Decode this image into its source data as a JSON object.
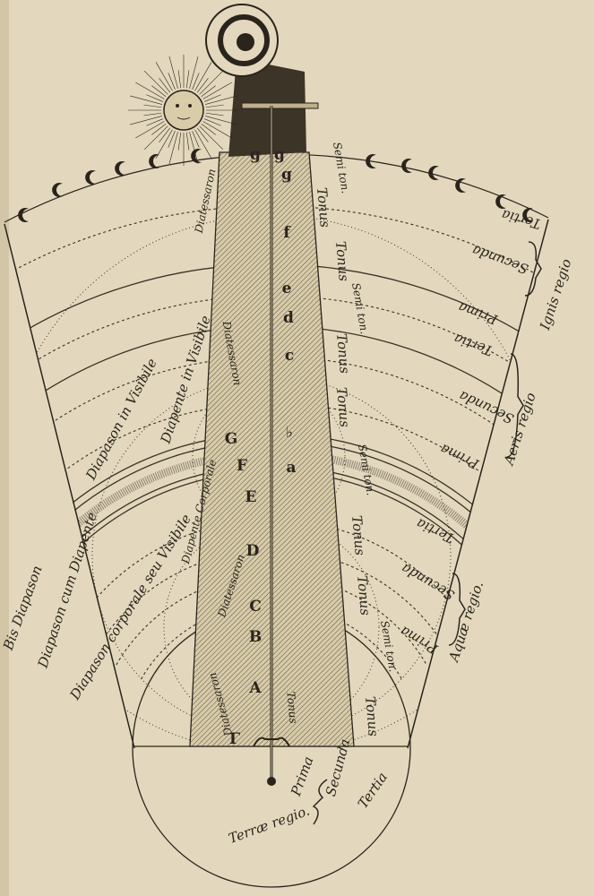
{
  "notes": [
    "Γ",
    "A",
    "B",
    "C",
    "D",
    "E",
    "F",
    "G",
    "a",
    "♭",
    "c",
    "d",
    "e",
    "f",
    "g",
    "g"
  ],
  "intervals": {
    "tonus": "Tonus",
    "semitone": "Semi ton."
  },
  "interval_sequence": [
    "semitone",
    "tonus",
    "tonus",
    "semitone",
    "tonus",
    "tonus",
    "semitone",
    "tonus",
    "tonus",
    "semitone",
    "tonus"
  ],
  "regions": {
    "fire": {
      "name": "Ignis regio",
      "tertia": "Tertia",
      "secunda": "Secunda",
      "prima": "Prima"
    },
    "air": {
      "name": "Aeris regio",
      "tertia": "Tertia",
      "secunda": "Secunda",
      "prima": "Prima"
    },
    "water": {
      "name": "Aquæ regio.",
      "tertia": "Tertia",
      "secunda": "Secunda",
      "prima": "Prima"
    },
    "earth": {
      "name": "Terræ regio.",
      "tertia": "Tertia",
      "secunda": "Secunda",
      "prima": "Prima"
    }
  },
  "consonances": {
    "bis_diapason": "Bis Diapason",
    "diapason_cum_diapente": "Diapason cum Diapente",
    "diapason_invisible": "Diapason in Visibile",
    "diapente_invisible": "Diapente in Visibile",
    "diatessaron_top": "Diatessaron",
    "diatessaron_mid": "Diatessaron",
    "diapason_visible": "Diapason corporale seu Visibile",
    "diapente_visible": "Diapente Corporale",
    "diatessaron_low": "Diatessaron",
    "diatessaron_bottom": "Diatessaron",
    "tonus_bottom": "Tonus"
  }
}
